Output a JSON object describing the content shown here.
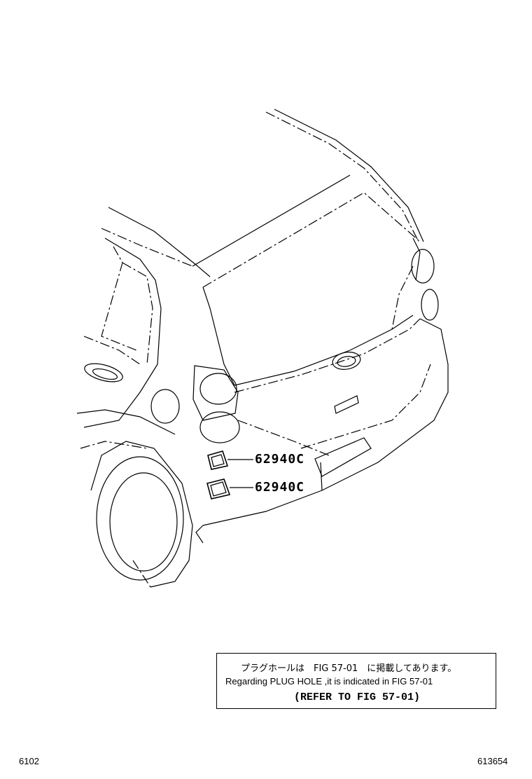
{
  "diagram": {
    "callouts": [
      {
        "label": "62940C"
      },
      {
        "label": "62940C"
      }
    ],
    "note": {
      "line_jp": "プラグホールは　FIG 57-01　に掲載してあります。",
      "line_en": "Regarding PLUG HOLE ,it is indicated in FIG 57-01",
      "line_ref": "(REFER TO FIG 57-01)"
    },
    "footer": {
      "left_id": "6102",
      "right_id": "613654"
    }
  }
}
